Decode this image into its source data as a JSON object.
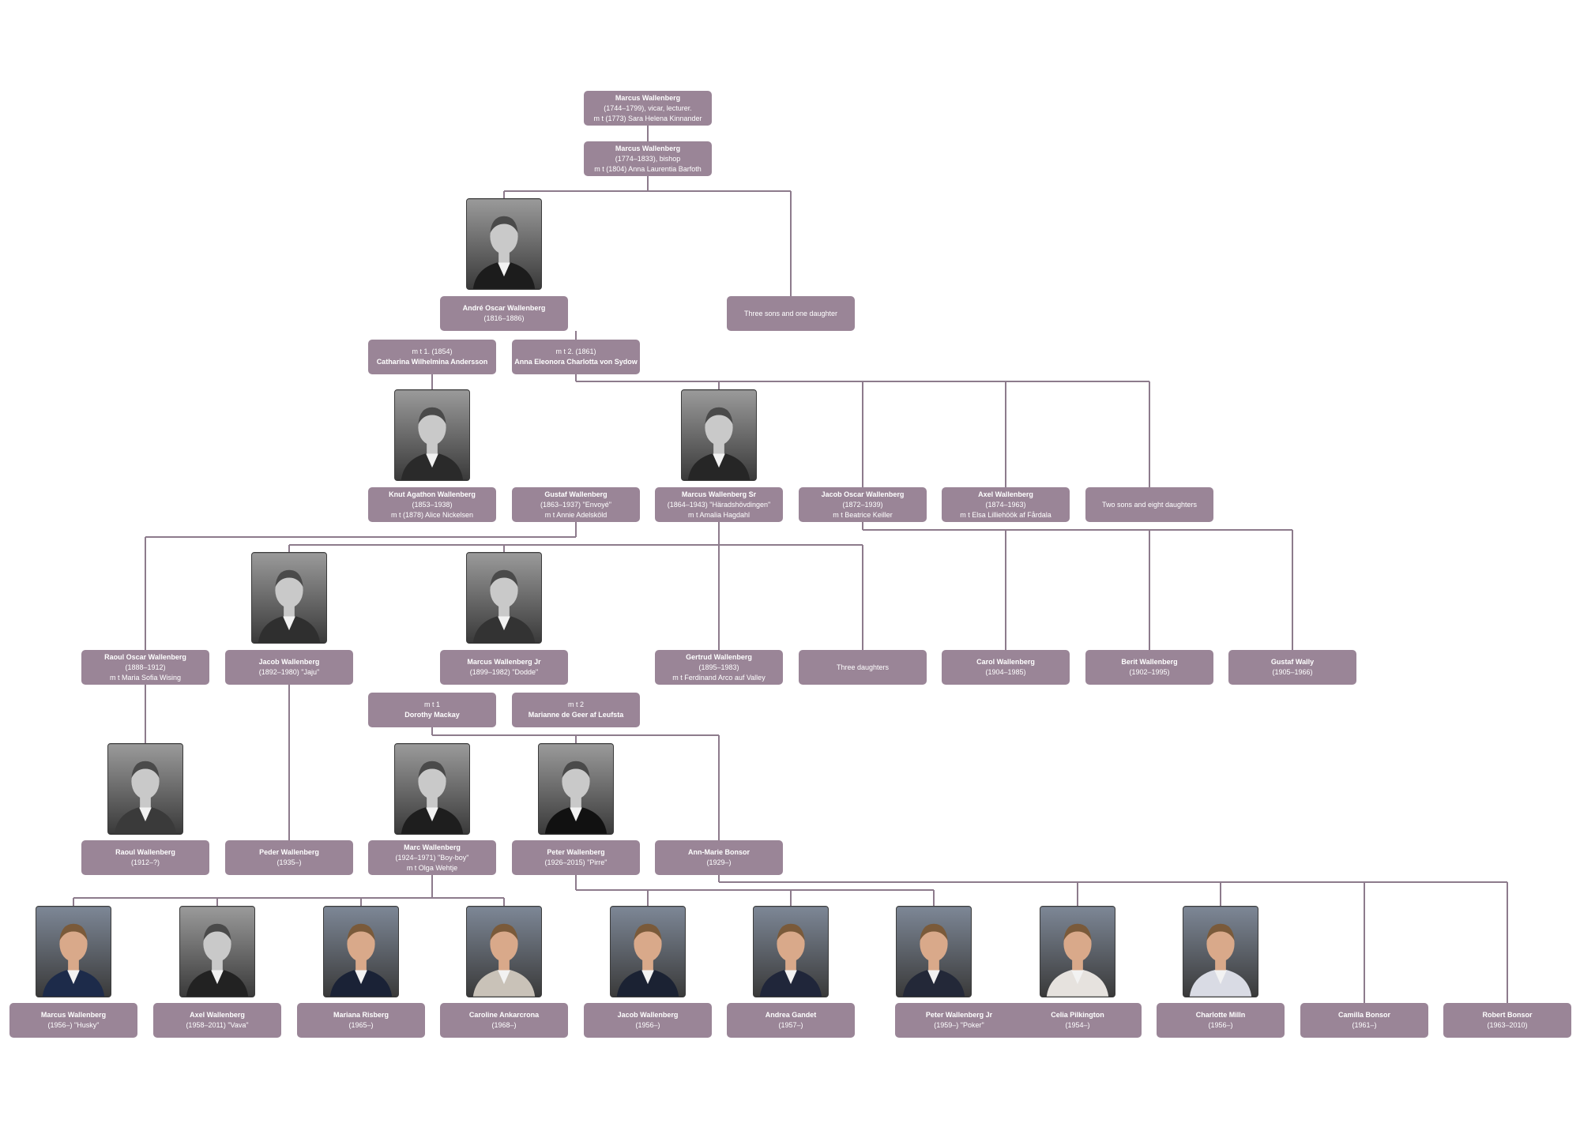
{
  "nodes": [
    {
      "id": "marcus-1744",
      "lines": [
        {
          "t": "Marcus Wallenberg",
          "b": true
        },
        {
          "t": "(1744–1799), vicar, lecturer."
        },
        {
          "t": "m t (1773) Sara Helena Kinnander"
        }
      ]
    },
    {
      "id": "marcus-1774",
      "lines": [
        {
          "t": "Marcus Wallenberg",
          "b": true
        },
        {
          "t": "(1774–1833), bishop"
        },
        {
          "t": "m t (1804) Anna Laurentia Barfoth"
        }
      ]
    },
    {
      "id": "andre-oscar",
      "lines": [
        {
          "t": "André Oscar Wallenberg",
          "b": true
        },
        {
          "t": "(1816–1886)"
        }
      ]
    },
    {
      "id": "three-sons-one-daughter",
      "lines": [
        {
          "t": "Three sons and one daughter"
        }
      ]
    },
    {
      "id": "catharina",
      "lines": [
        {
          "t": "m t 1. (1854)"
        },
        {
          "t": "Catharina Wilhelmina Andersson",
          "b": true
        }
      ]
    },
    {
      "id": "anna-eleonora",
      "lines": [
        {
          "t": "m t 2. (1861)"
        },
        {
          "t": "Anna Eleonora Charlotta von Sydow",
          "b": true
        }
      ]
    },
    {
      "id": "knut-agathon",
      "lines": [
        {
          "t": "Knut Agathon Wallenberg",
          "b": true
        },
        {
          "t": "(1853–1938)"
        },
        {
          "t": "m t (1878) Alice Nickelsen"
        }
      ]
    },
    {
      "id": "gustaf-1863",
      "lines": [
        {
          "t": "Gustaf Wallenberg",
          "b": true
        },
        {
          "t": "(1863–1937) \"Envoyé\""
        },
        {
          "t": "m t Annie Adelsköld"
        }
      ]
    },
    {
      "id": "marcus-sr",
      "lines": [
        {
          "t": "Marcus Wallenberg Sr",
          "b": true
        },
        {
          "t": "(1864–1943) \"Häradshövdingen\""
        },
        {
          "t": "m t Amalia Hagdahl"
        }
      ]
    },
    {
      "id": "jacob-oscar",
      "lines": [
        {
          "t": "Jacob Oscar Wallenberg",
          "b": true
        },
        {
          "t": "(1872–1939)"
        },
        {
          "t": "m t Beatrice Keiller"
        }
      ]
    },
    {
      "id": "axel-1874",
      "lines": [
        {
          "t": "Axel Wallenberg",
          "b": true
        },
        {
          "t": "(1874–1963)"
        },
        {
          "t": "m t Elsa Lilliehöök af Fårdala"
        }
      ]
    },
    {
      "id": "two-sons-eight-daughters",
      "lines": [
        {
          "t": "Two sons and eight daughters"
        }
      ]
    },
    {
      "id": "raoul-oscar",
      "lines": [
        {
          "t": "Raoul Oscar Wallenberg",
          "b": true
        },
        {
          "t": "(1888–1912)"
        },
        {
          "t": "m t Maria Sofia Wising"
        }
      ]
    },
    {
      "id": "jacob-1892",
      "lines": [
        {
          "t": "Jacob Wallenberg",
          "b": true
        },
        {
          "t": "(1892–1980) \"Jaju\""
        }
      ]
    },
    {
      "id": "marcus-jr",
      "lines": [
        {
          "t": "Marcus Wallenberg Jr",
          "b": true
        },
        {
          "t": "(1899–1982) \"Dodde\""
        }
      ]
    },
    {
      "id": "gertrud",
      "lines": [
        {
          "t": "Gertrud Wallenberg",
          "b": true
        },
        {
          "t": "(1895–1983)"
        },
        {
          "t": "m t Ferdinand Arco auf Valley"
        }
      ]
    },
    {
      "id": "three-daughters",
      "lines": [
        {
          "t": "Three daughters"
        }
      ]
    },
    {
      "id": "carol",
      "lines": [
        {
          "t": "Carol Wallenberg",
          "b": true
        },
        {
          "t": "(1904–1985)"
        }
      ]
    },
    {
      "id": "berit",
      "lines": [
        {
          "t": "Berit Wallenberg",
          "b": true
        },
        {
          "t": "(1902–1995)"
        }
      ]
    },
    {
      "id": "gustaf-wally",
      "lines": [
        {
          "t": "Gustaf Wally",
          "b": true
        },
        {
          "t": "(1905–1966)"
        }
      ]
    },
    {
      "id": "dorothy",
      "lines": [
        {
          "t": "m t 1"
        },
        {
          "t": "Dorothy Mackay",
          "b": true
        }
      ]
    },
    {
      "id": "marianne",
      "lines": [
        {
          "t": "m t 2"
        },
        {
          "t": "Marianne de Geer af Leufsta",
          "b": true
        }
      ]
    },
    {
      "id": "raoul-1912",
      "lines": [
        {
          "t": "Raoul Wallenberg",
          "b": true
        },
        {
          "t": "(1912–?)"
        }
      ]
    },
    {
      "id": "peder",
      "lines": [
        {
          "t": "Peder Wallenberg",
          "b": true
        },
        {
          "t": "(1935–)"
        }
      ]
    },
    {
      "id": "marc",
      "lines": [
        {
          "t": "Marc Wallenberg",
          "b": true
        },
        {
          "t": "(1924–1971) \"Boy-boy\""
        },
        {
          "t": "m t Olga Wehtje"
        }
      ]
    },
    {
      "id": "peter-1926",
      "lines": [
        {
          "t": "Peter Wallenberg",
          "b": true
        },
        {
          "t": "(1926–2015) \"Pirre\""
        }
      ]
    },
    {
      "id": "ann-marie",
      "lines": [
        {
          "t": "Ann-Marie Bonsor",
          "b": true
        },
        {
          "t": "(1929–)"
        }
      ]
    },
    {
      "id": "marcus-1956",
      "lines": [
        {
          "t": "Marcus Wallenberg",
          "b": true
        },
        {
          "t": "(1956–) \"Husky\""
        }
      ]
    },
    {
      "id": "axel-1958",
      "lines": [
        {
          "t": "Axel Wallenberg",
          "b": true
        },
        {
          "t": "(1958–2011) \"Vava\""
        }
      ]
    },
    {
      "id": "mariana",
      "lines": [
        {
          "t": "Mariana Risberg",
          "b": true
        },
        {
          "t": "(1965–)"
        }
      ]
    },
    {
      "id": "caroline",
      "lines": [
        {
          "t": "Caroline Ankarcrona",
          "b": true
        },
        {
          "t": "(1968–)"
        }
      ]
    },
    {
      "id": "jacob-1956",
      "lines": [
        {
          "t": "Jacob Wallenberg",
          "b": true
        },
        {
          "t": "(1956–)"
        }
      ]
    },
    {
      "id": "andrea",
      "lines": [
        {
          "t": "Andrea Gandet",
          "b": true
        },
        {
          "t": "(1957–)"
        }
      ]
    },
    {
      "id": "peter-jr",
      "lines": [
        {
          "t": "Peter Wallenberg Jr",
          "b": true
        },
        {
          "t": "(1959–) \"Poker\""
        }
      ]
    },
    {
      "id": "celia",
      "lines": [
        {
          "t": "Celia Pilkington",
          "b": true
        },
        {
          "t": "(1954–)"
        }
      ]
    },
    {
      "id": "charlotte",
      "lines": [
        {
          "t": "Charlotte Milln",
          "b": true
        },
        {
          "t": "(1956–)"
        }
      ]
    },
    {
      "id": "camilla",
      "lines": [
        {
          "t": "Camilla Bonsor",
          "b": true
        },
        {
          "t": "(1961–)"
        }
      ]
    },
    {
      "id": "robert",
      "lines": [
        {
          "t": "Robert Bonsor",
          "b": true
        },
        {
          "t": "(1963–2010)"
        }
      ]
    }
  ],
  "photos": [
    {
      "id": "andre-oscar",
      "icon": "portrait-photo",
      "style": "bw",
      "coat": "#1c1c1c"
    },
    {
      "id": "knut-agathon",
      "icon": "portrait-photo",
      "style": "bw",
      "coat": "#2a2a2a"
    },
    {
      "id": "marcus-sr",
      "icon": "portrait-photo",
      "style": "bw",
      "coat": "#262626"
    },
    {
      "id": "jacob-1892",
      "icon": "portrait-photo",
      "style": "bw",
      "coat": "#2f2f2f"
    },
    {
      "id": "marcus-jr",
      "icon": "portrait-photo",
      "style": "bw",
      "coat": "#333333"
    },
    {
      "id": "raoul-1912",
      "icon": "portrait-photo",
      "style": "bw",
      "coat": "#3a3a3a"
    },
    {
      "id": "marc",
      "icon": "portrait-photo",
      "style": "bw",
      "coat": "#1e1e1e"
    },
    {
      "id": "peter-1926",
      "icon": "portrait-photo",
      "style": "bw",
      "coat": "#111111"
    },
    {
      "id": "marcus-1956",
      "icon": "portrait-photo",
      "style": "color",
      "coat": "#1d2b4a"
    },
    {
      "id": "axel-1958",
      "icon": "portrait-photo",
      "style": "bw",
      "coat": "#222222"
    },
    {
      "id": "mariana",
      "icon": "portrait-photo",
      "style": "color",
      "coat": "#1a2236"
    },
    {
      "id": "caroline",
      "icon": "portrait-photo",
      "style": "color",
      "coat": "#c9c2b8"
    },
    {
      "id": "jacob-1956",
      "icon": "portrait-photo",
      "style": "color",
      "coat": "#1b2233"
    },
    {
      "id": "andrea",
      "icon": "portrait-photo",
      "style": "color",
      "coat": "#20263a"
    },
    {
      "id": "peter-jr",
      "icon": "portrait-photo",
      "style": "color",
      "coat": "#232838"
    },
    {
      "id": "celia",
      "icon": "portrait-photo",
      "style": "color",
      "coat": "#e6e2de"
    },
    {
      "id": "charlotte",
      "icon": "portrait-photo",
      "style": "color",
      "coat": "#d9dbe4"
    }
  ],
  "colors": {
    "node_fill": "#9a8597",
    "connector": "#8d7b8c",
    "node_text": "#ffffff"
  }
}
